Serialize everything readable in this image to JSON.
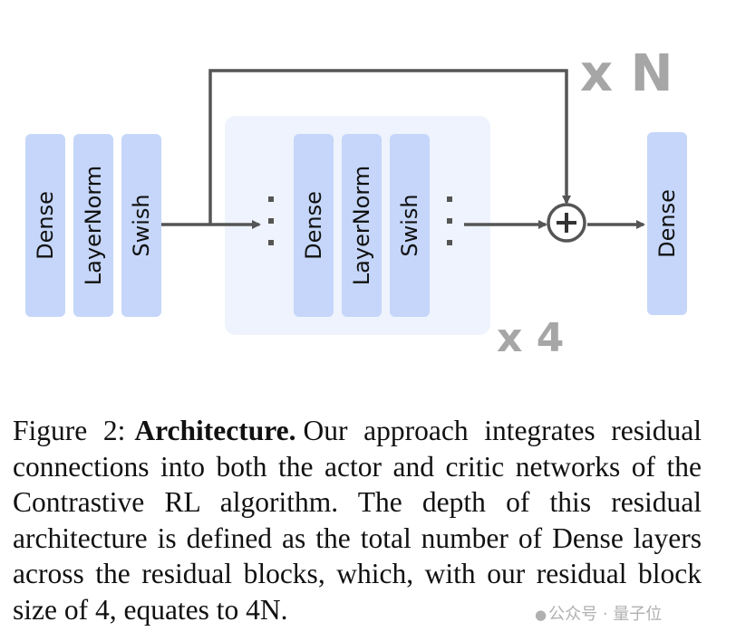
{
  "diagram": {
    "outer_layers": [
      "Dense",
      "LayerNorm",
      "Swish"
    ],
    "block_layers": [
      "Dense",
      "LayerNorm",
      "Swish"
    ],
    "output_layer": "Dense",
    "block_repeat_label": "x 4",
    "skip_repeat_label": "x N",
    "ellipsis": "⋮",
    "plus_symbol": "+",
    "colors": {
      "layer_fill": "#c5d6fa",
      "block_background": "#eef3fd",
      "arrow": "#555555",
      "repeat_label": "#a6a6a6"
    }
  },
  "caption": {
    "label": "Figure 2:",
    "title": "Architecture.",
    "body": "Our approach integrates residual connections into both the actor and critic networks of the Contrastive RL algorithm. The depth of this residual architecture is defined as the total number of Dense layers across the residual blocks, which, with our residual block size of 4, equates to 4N."
  },
  "watermark": {
    "icon": "wechat-icon",
    "text": "公众号 · 量子位"
  }
}
